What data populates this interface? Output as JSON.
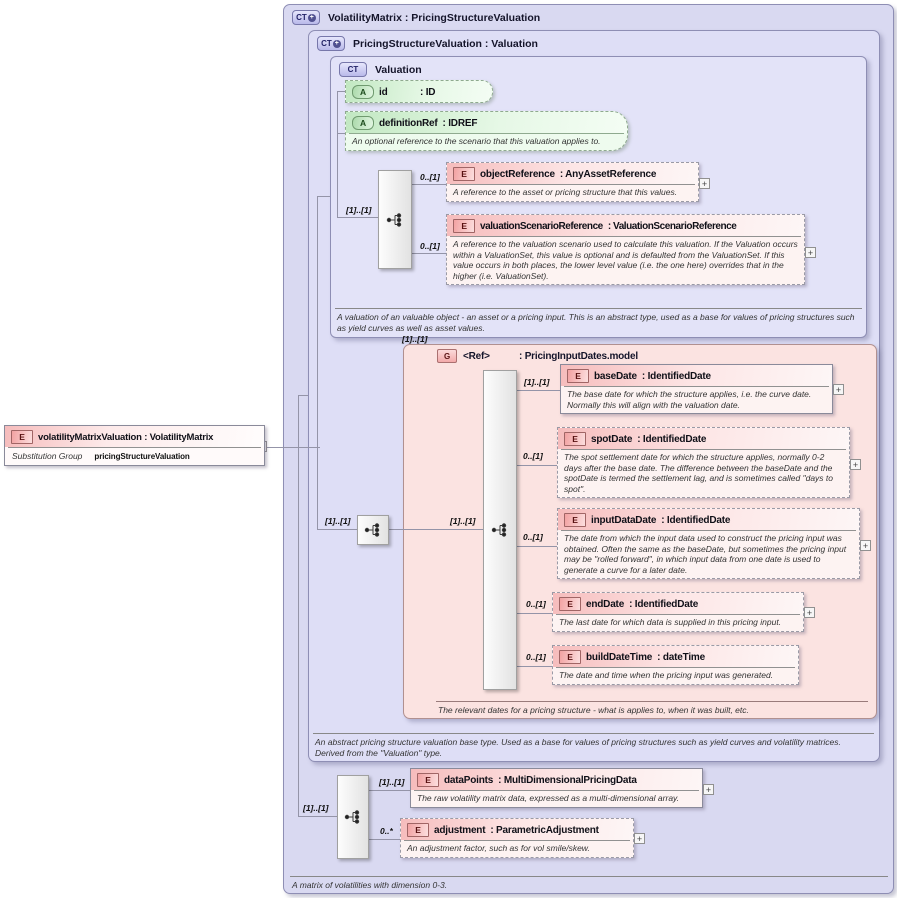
{
  "icons": {
    "element": "E",
    "attribute": "A",
    "group": "G",
    "complex_type": "CT",
    "expand": "+",
    "collapse": "−"
  },
  "colors": {
    "lavender_outer": "#d9d9f1",
    "lavender_inner": "#dedef6",
    "lavender_type": "#e3e3f8",
    "group_pink": "#fbe3e1",
    "element_header_pink": "#f6bcbc",
    "attribute_green": "#c2e8c2"
  },
  "root_element": {
    "title": "volatilityMatrixValuation : VolatilityMatrix",
    "substitution_label": "Substitution Group",
    "substitution_value": "pricingStructureValuation"
  },
  "volatility_matrix": {
    "title": "VolatilityMatrix : PricingStructureValuation",
    "footer": "A matrix of volatilities with dimension 0-3."
  },
  "pricing_structure_valuation": {
    "title": "PricingStructureValuation : Valuation",
    "seq_mult": "[1]..[1]",
    "footer": "An abstract pricing structure valuation base type. Used as a base for values of pricing structures such as yield curves and volatility matrices. Derived from the \"Valuation\" type."
  },
  "valuation": {
    "title": "Valuation",
    "seq_mult": "[1]..[1]",
    "footer": "A valuation of an valuable object - an asset or a pricing input. This is an abstract type, used as a base for values of pricing structures such as yield curves as well as asset values.",
    "attributes": [
      {
        "name": "id",
        "type": ": ID"
      },
      {
        "name": "definitionRef",
        "type": ": IDREF",
        "doc": "An optional reference to the scenario that this valuation applies to."
      }
    ],
    "children": [
      {
        "mult": "0..[1]",
        "name": "objectReference",
        "type": ": AnyAssetReference",
        "doc": "A reference to the asset or pricing structure that this values."
      },
      {
        "mult": "0..[1]",
        "name": "valuationScenarioReference",
        "type": ": ValuationScenarioReference",
        "doc": "A reference to the valuation scenario used to calculate this valuation. If the Valuation occurs within a ValuationSet, this value is optional and is defaulted from the ValuationSet. If this value occurs in both places, the lower level value (i.e. the one here) overrides that in the higher (i.e. ValuationSet)."
      }
    ]
  },
  "pricing_input_dates": {
    "mult": "[1]..[1]",
    "name": "<Ref>",
    "type": ": PricingInputDates.model",
    "seq_mult": "[1]..[1]",
    "footer": "The relevant dates for a pricing structure - what is applies to, when it was built, etc.",
    "children": [
      {
        "mult": "[1]..[1]",
        "name": "baseDate",
        "type": ": IdentifiedDate",
        "doc": "The base date for which the structure applies, i.e. the curve date. Normally this will align with the valuation date."
      },
      {
        "mult": "0..[1]",
        "name": "spotDate",
        "type": ": IdentifiedDate",
        "doc": "The spot settlement date for which the structure applies, normally 0-2 days after the base date. The difference between the baseDate and the spotDate is termed the settlement lag, and is sometimes called \"days to spot\"."
      },
      {
        "mult": "0..[1]",
        "name": "inputDataDate",
        "type": ": IdentifiedDate",
        "doc": "The date from which the input data used to construct the pricing input was obtained. Often the same as the baseDate, but sometimes the pricing input may be \"rolled forward\", in which input data from one date is used to generate a curve for a later date."
      },
      {
        "mult": "0..[1]",
        "name": "endDate",
        "type": ": IdentifiedDate",
        "doc": "The last date for which data is supplied in this pricing input."
      },
      {
        "mult": "0..[1]",
        "name": "buildDateTime",
        "type": ": dateTime",
        "doc": "The date and time when the pricing input was generated."
      }
    ]
  },
  "matrix_content": {
    "seq_mult": "[1]..[1]",
    "children": [
      {
        "mult": "[1]..[1]",
        "name": "dataPoints",
        "type": ": MultiDimensionalPricingData",
        "doc": "The raw volatility matrix data, expressed as a multi-dimensional array."
      },
      {
        "mult": "0..*",
        "name": "adjustment",
        "type": ": ParametricAdjustment",
        "doc": "An adjustment factor, such as for vol smile/skew."
      }
    ]
  }
}
